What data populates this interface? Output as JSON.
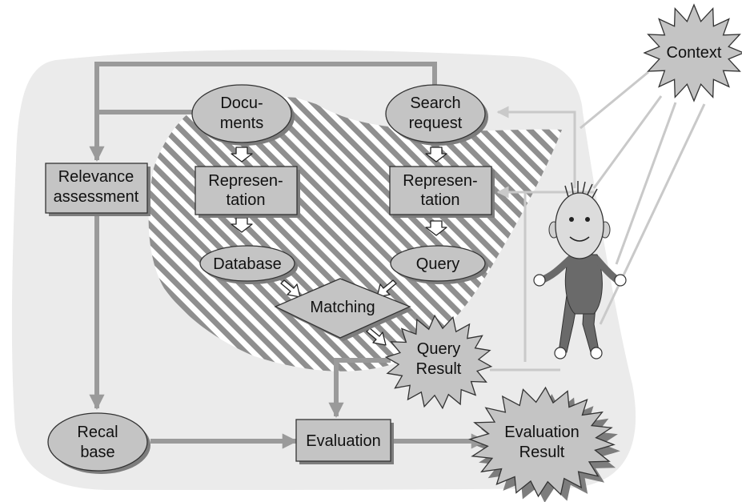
{
  "nodes": {
    "context": [
      "Context"
    ],
    "documents": [
      "Docu-",
      "ments"
    ],
    "search_request": [
      "Search",
      "request"
    ],
    "relevance_assessment": [
      "Relevance",
      "assessment"
    ],
    "representation_docs": [
      "Represen-",
      "tation"
    ],
    "representation_query": [
      "Represen-",
      "tation"
    ],
    "database": [
      "Database"
    ],
    "query": [
      "Query"
    ],
    "matching": [
      "Matching"
    ],
    "query_result": [
      "Query",
      "Result"
    ],
    "recal_base": [
      "Recal",
      "base"
    ],
    "evaluation": [
      "Evaluation"
    ],
    "evaluation_result": [
      "Evaluation",
      "Result"
    ]
  },
  "colors": {
    "node_fill": "#c4c4c4",
    "shadow": "#7d7d7d",
    "flow_arrow": "#9a9a9a",
    "background_blob": "#ebebeb",
    "hatch_stripe": "#8f8f8f",
    "person_body": "#6a6a6a"
  },
  "icons": [
    "person-figure",
    "starburst-context",
    "starburst-query-result",
    "starburst-evaluation-result"
  ]
}
